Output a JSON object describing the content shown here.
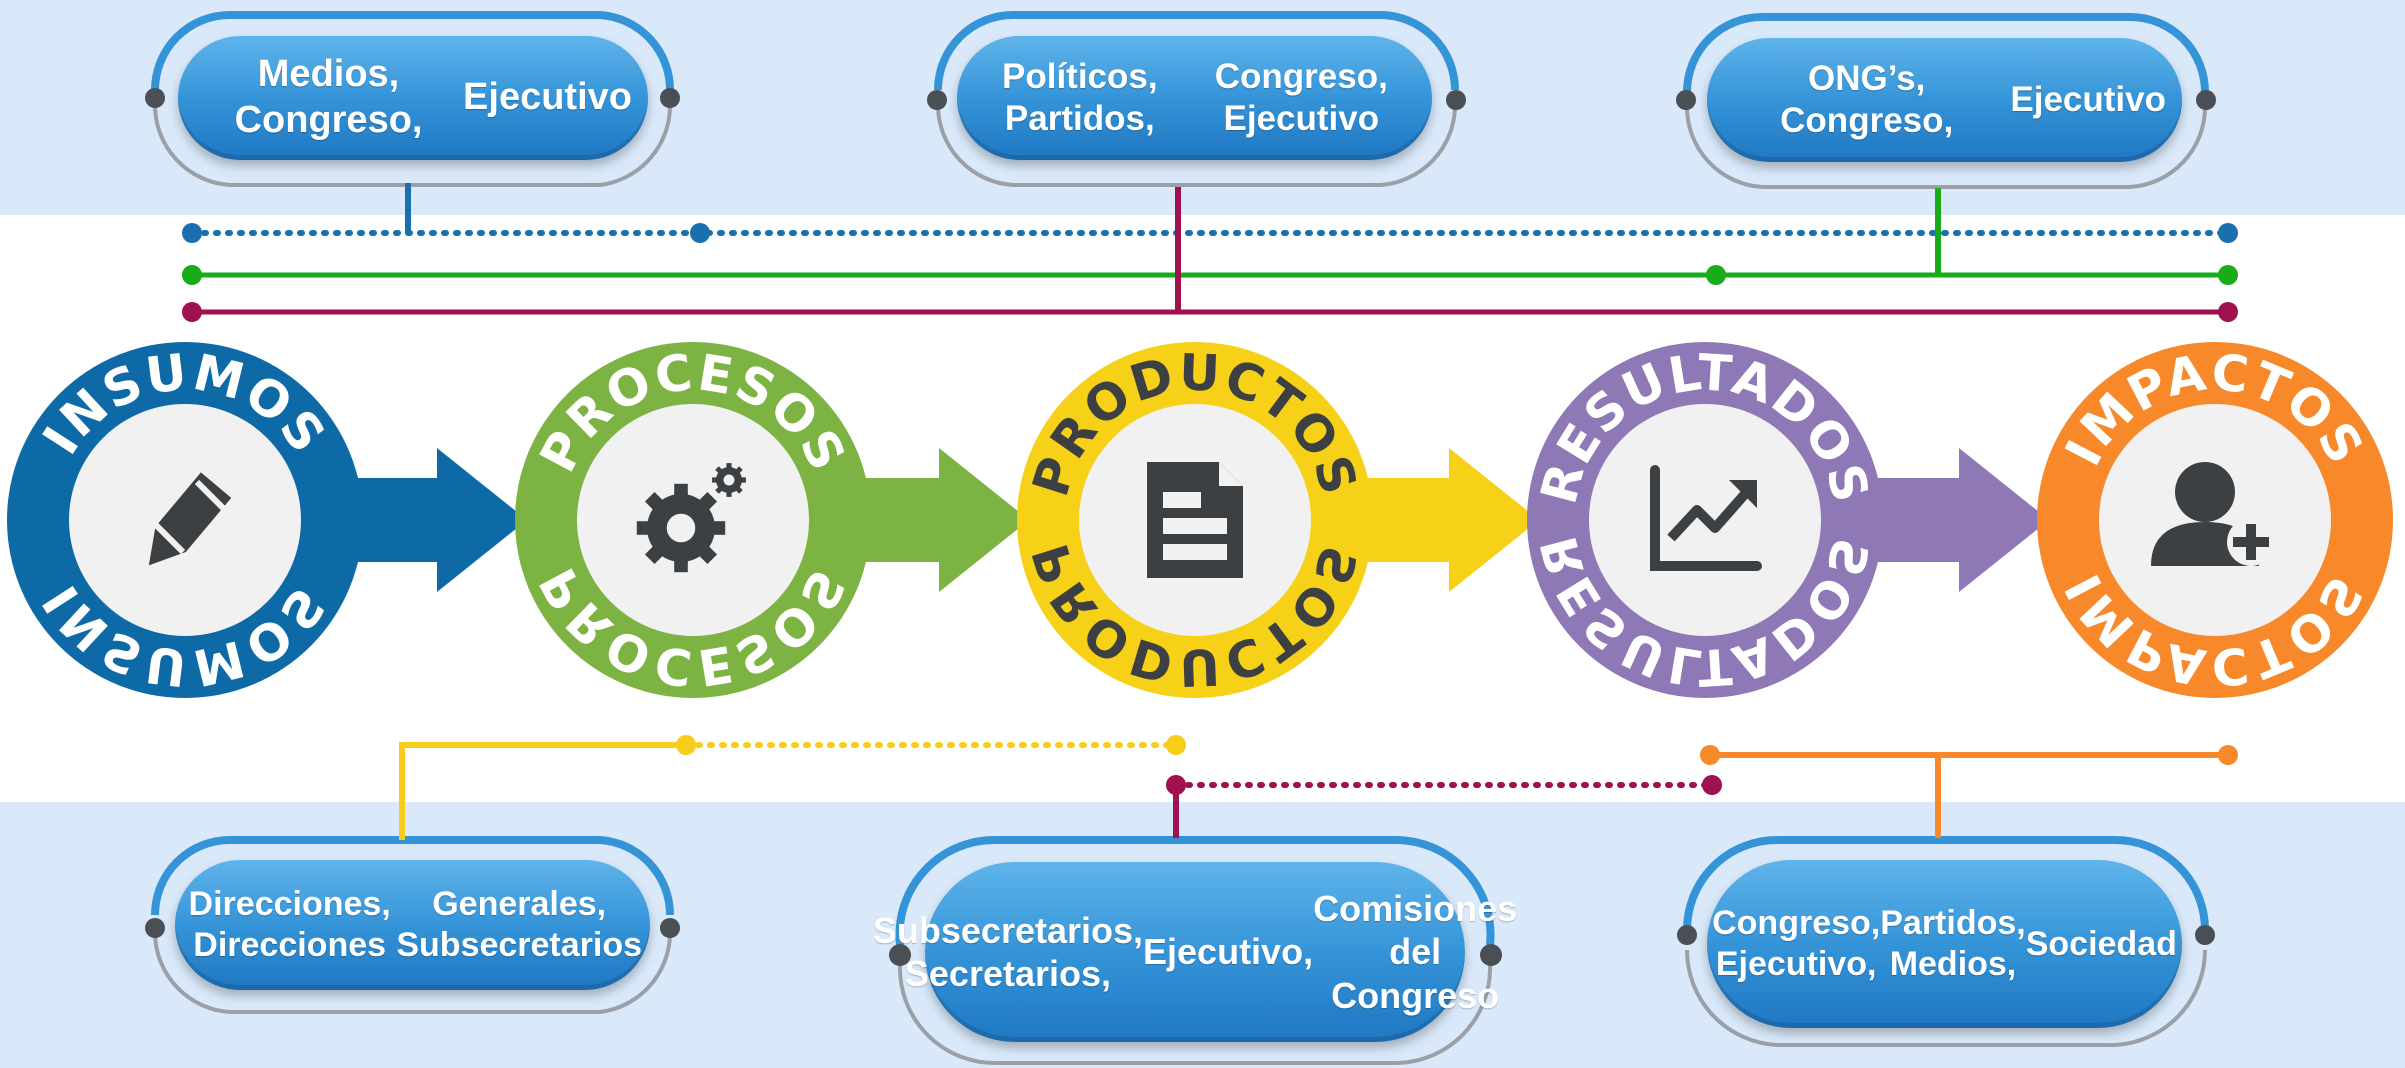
{
  "stakeholders": {
    "top": [
      {
        "lines": [
          "Medios, Congreso,",
          "Ejecutivo"
        ]
      },
      {
        "lines": [
          "Políticos, Partidos,",
          "Congreso, Ejecutivo"
        ]
      },
      {
        "lines": [
          "ONG’s, Congreso,",
          "Ejecutivo"
        ]
      }
    ],
    "bottom": [
      {
        "lines": [
          "Direcciones, Direcciones",
          "Generales, Subsecretarios"
        ]
      },
      {
        "lines": [
          "Subsecretarios, Secretarios,",
          "Ejecutivo,",
          "Comisiones del Congreso"
        ]
      },
      {
        "lines": [
          "Congreso, Ejecutivo,",
          "Partidos, Medios,",
          "Sociedad"
        ]
      }
    ]
  },
  "stages": [
    {
      "label": "INSUMOS",
      "icon": "pencil-icon",
      "color": "#0d6aa6",
      "text_color": "#ffffff"
    },
    {
      "label": "PROCESOS",
      "icon": "gears-icon",
      "color": "#7cb342",
      "text_color": "#ffffff"
    },
    {
      "label": "PRODUCTOS",
      "icon": "document-icon",
      "color": "#f7d117",
      "text_color": "#3c4043"
    },
    {
      "label": "RESULTADOS",
      "icon": "trend-chart-icon",
      "color": "#8e78b6",
      "text_color": "#ffffff"
    },
    {
      "label": "IMPACTOS",
      "icon": "user-add-icon",
      "color": "#f7892a",
      "text_color": "#ffffff"
    }
  ],
  "colors": {
    "band": "#d9e9f9",
    "line_blue": "#1a6fae",
    "line_green": "#1aab1a",
    "line_maroon": "#a0114f",
    "line_yellow": "#f7cc1b",
    "line_orange": "#f7892a",
    "pill": "#3594d8",
    "icon": "#3c4043"
  }
}
